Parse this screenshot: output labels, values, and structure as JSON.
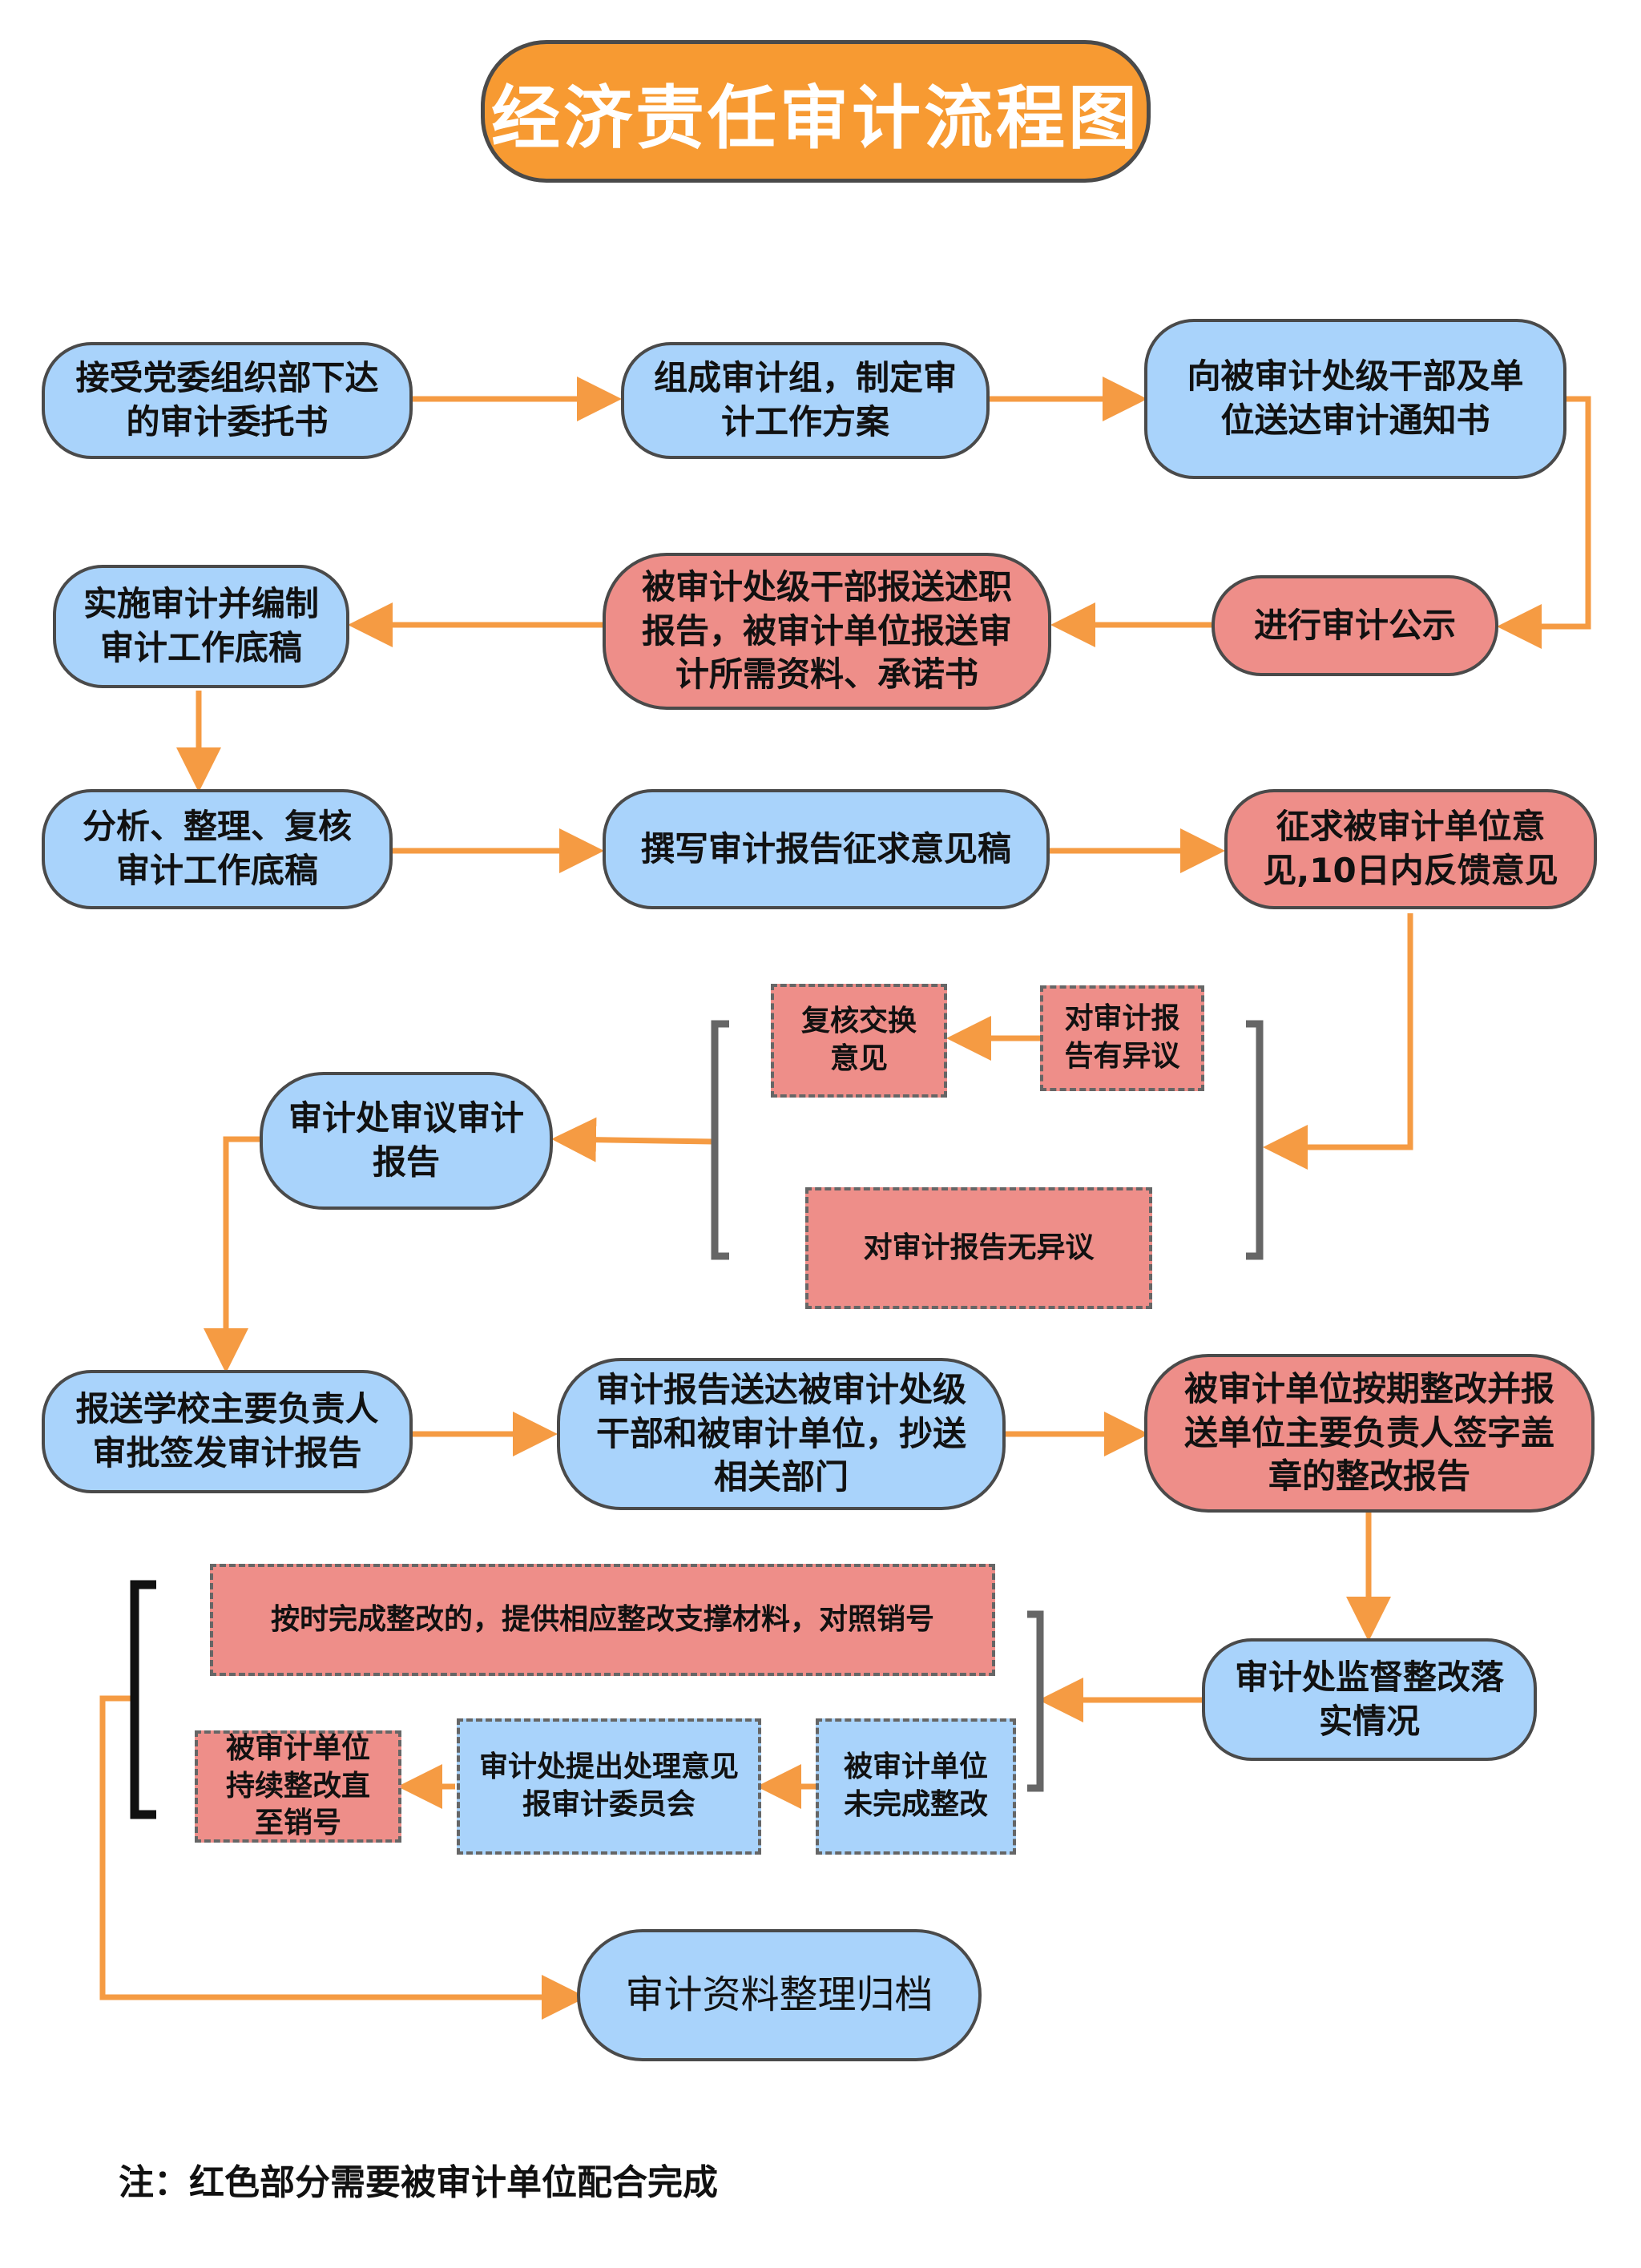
{
  "title": "经济责任审计流程图",
  "note": "注：红色部分需要被审计单位配合完成",
  "colors": {
    "blue_node": "#a9d3fb",
    "red_node": "#ee8e89",
    "title_bg": "#f79a32",
    "arrow": "#f59b43",
    "bracket": "#666666"
  },
  "nodes": {
    "n1": "接受党委组织部下达\n的审计委托书",
    "n2": "组成审计组，制定审\n计工作方案",
    "n3": "向被审计处级干部及单\n位送达审计通知书",
    "n4": "进行审计公示",
    "n5": "被审计处级干部报送述职\n报告，被审计单位报送审\n计所需资料、承诺书",
    "n6": "实施审计并编制\n审计工作底稿",
    "n7": "分析、整理、复核\n审计工作底稿",
    "n8": "撰写审计报告征求意见稿",
    "n9": "征求被审计单位意\n见,10日内反馈意见",
    "d1": "复核交换\n意见",
    "d2": "对审计报\n告有异议",
    "d3": "对审计报告无异议",
    "n10": "审计处审议审计\n报告",
    "n11": "报送学校主要负责人\n审批签发审计报告",
    "n12": "审计报告送达被审计处级\n干部和被审计单位，抄送\n相关部门",
    "n13": "被审计单位按期整改并报\n送单位主要负责人签字盖\n章的整改报告",
    "n14": "审计处监督整改落\n实情况",
    "d4": "按时完成整改的，提供相应整改支撑材料，对照销号",
    "d5": "被审计单位\n未完成整改",
    "d6": "审计处提出处理意见\n报审计委员会",
    "d7": "被审计单位\n持续整改直\n至销号",
    "n15": "审计资料整理归档"
  }
}
